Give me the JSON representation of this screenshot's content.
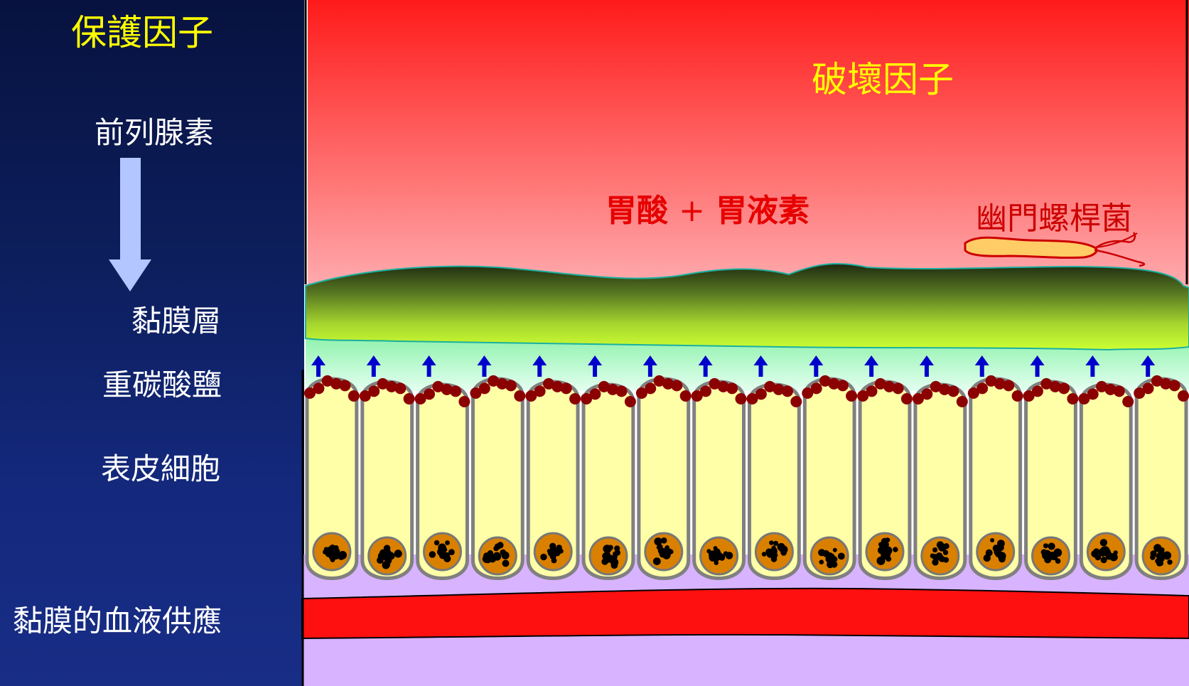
{
  "left_panel": {
    "title": "保護因子",
    "labels": {
      "prostaglandin": "前列腺素",
      "mucus_layer": "黏膜層",
      "bicarbonate": "重碳酸鹽",
      "epithelial_cells": "表皮細胞",
      "blood_supply": "黏膜的血液供應"
    }
  },
  "right_panel": {
    "title": "破壞因子",
    "acid_part1": "胃酸",
    "plus": "+",
    "acid_part2": "胃液素",
    "h_pylori": "幽門螺桿菌"
  },
  "colors": {
    "left_bg": "#0d1f5e",
    "yellow_title": "#ffff00",
    "acid_red": "#e60000",
    "lumen_top": "#ff1a1a",
    "lumen_bottom": "#ffd5dc",
    "mucus_top": "#1e2a10",
    "mucus_bottom": "#ccff33",
    "cell_fill": "#ffffa8",
    "cell_border": "#808080",
    "granule": "#8b0000",
    "nucleus": "#d98000",
    "blood_vessel": "#ff1010",
    "submucosa": "#d8b3ff",
    "bicarbonate_arrow": "#0000cc",
    "prostaglandin_arrow": "#b3c6ff",
    "bacterium": "#ffcc66"
  },
  "epithelium": {
    "cell_count": 16
  }
}
